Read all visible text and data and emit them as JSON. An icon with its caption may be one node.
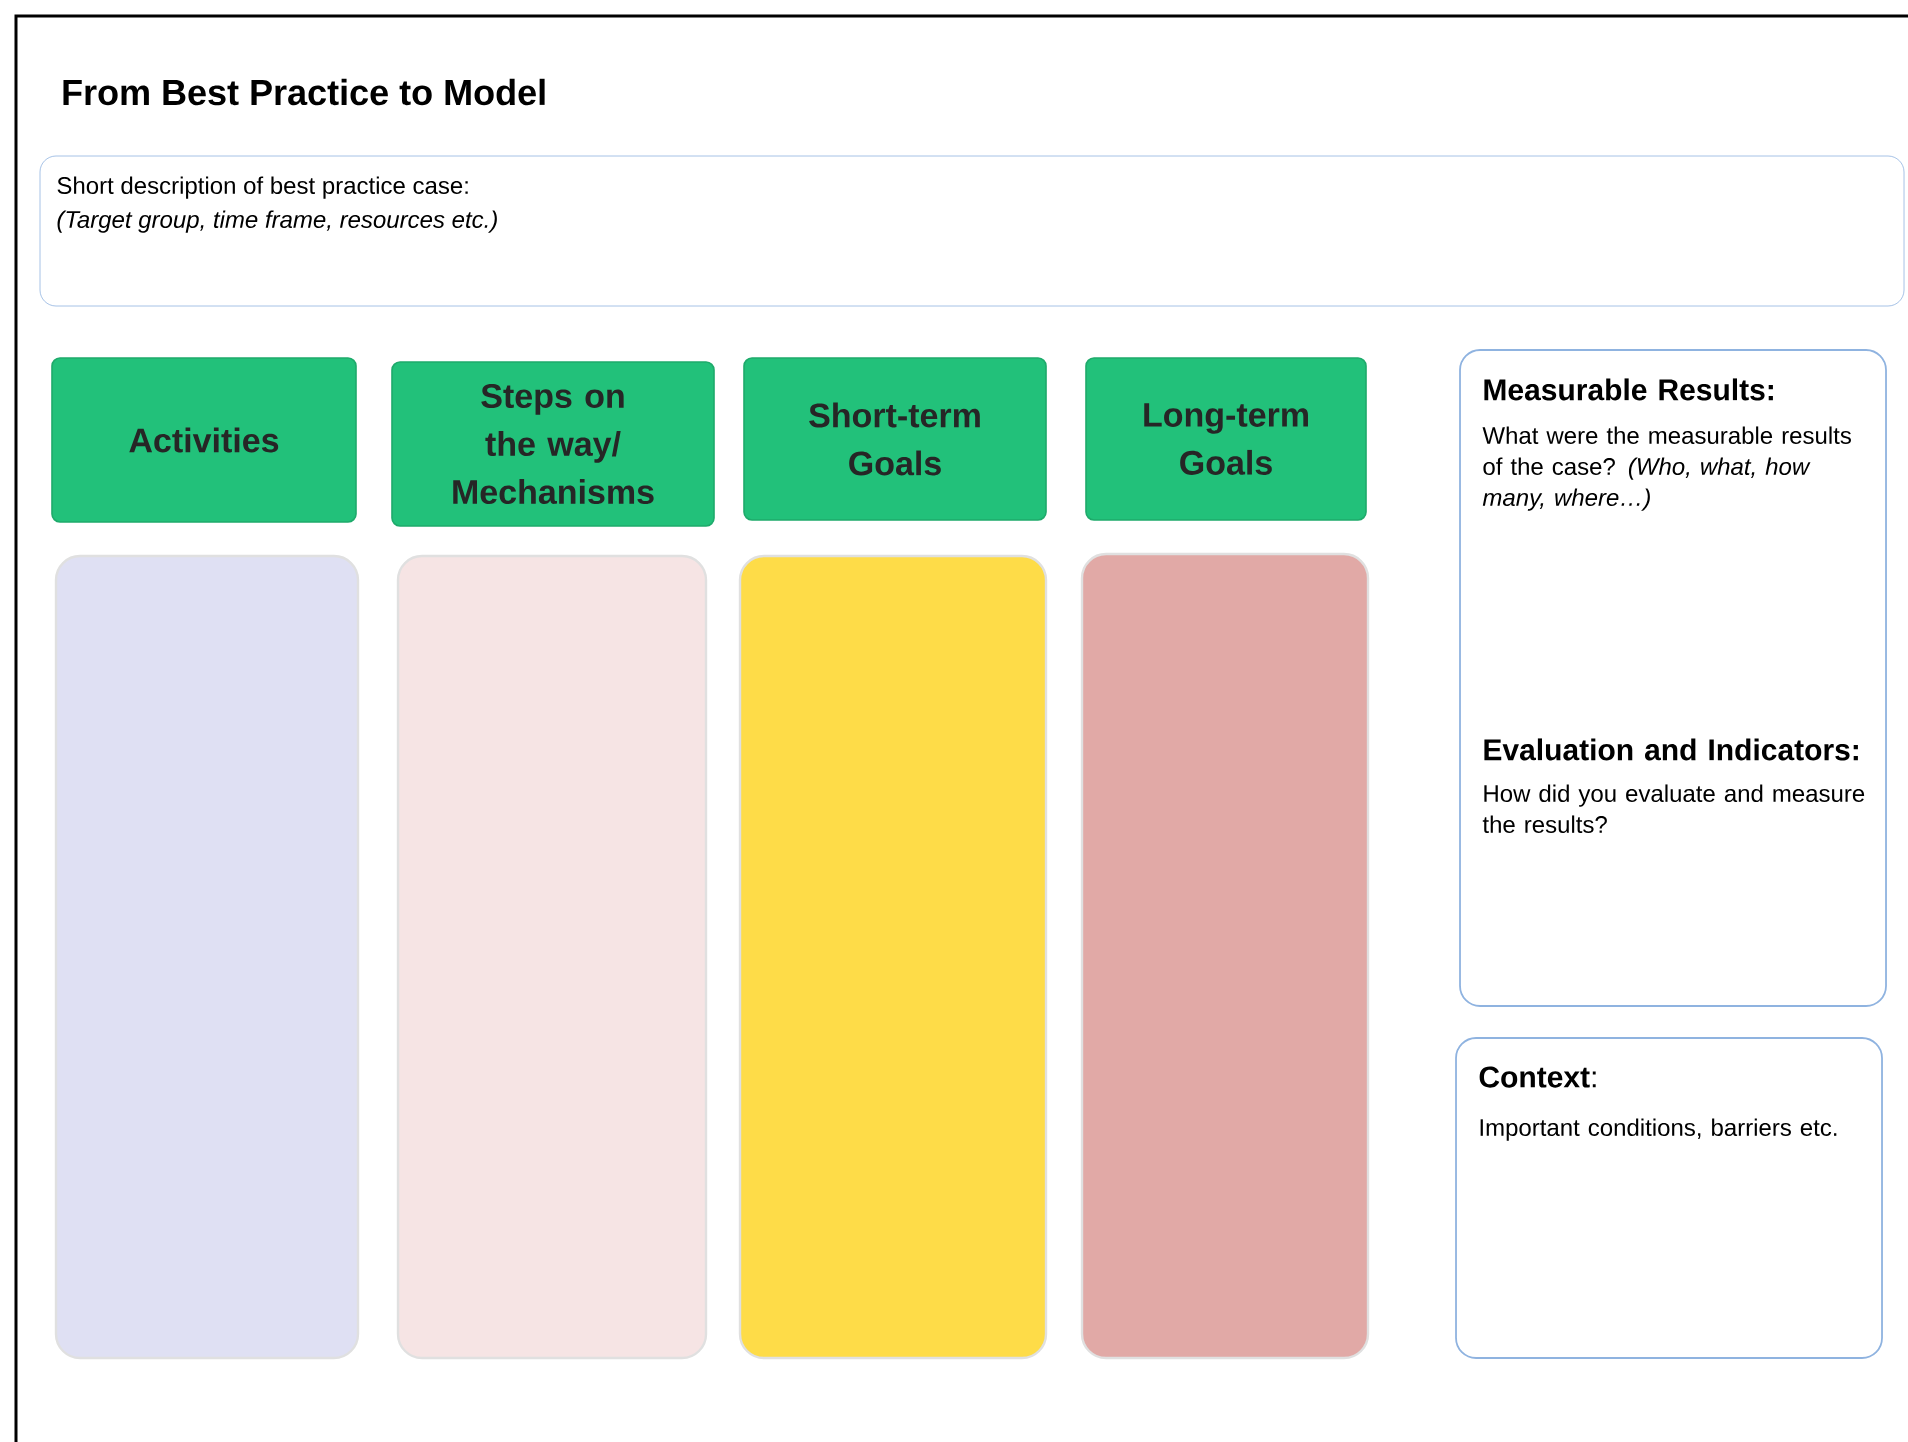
{
  "diagram": {
    "title": "From Best Practice to Model",
    "nodes": [
      {
        "text": [
          "Short description of best practice case:",
          "(Target group, time frame, resources etc.)"
        ]
      },
      {
        "text": [
          "Activities"
        ]
      },
      {
        "text": [
          "Steps on the way/ Mechanisms"
        ]
      },
      {
        "text": [
          "Short-term Goals"
        ]
      },
      {
        "text": [
          "Long-term Goals"
        ]
      },
      {
        "text": [],
        "shape": "box"
      },
      {
        "text": [],
        "shape": "box"
      },
      {
        "text": [],
        "shape": "box"
      },
      {
        "text": [],
        "shape": "box"
      },
      {
        "text": [
          "Measurable Results:",
          "What were the measurable results of the case? *(Who, what, how many, where…)*",
          "Evaluation and Indicators:",
          "How did you evaluate and measure the results?"
        ]
      },
      {
        "text": [
          "**Context**:",
          "Important conditions, barriers etc."
        ]
      }
    ]
  }
}
